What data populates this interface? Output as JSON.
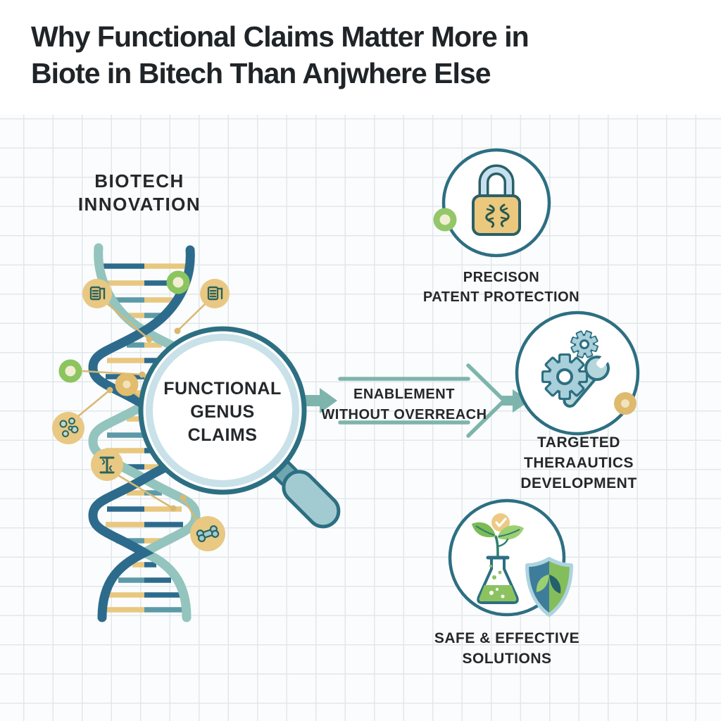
{
  "title": {
    "line1": "Why Functional Claims Matter More in",
    "line2": "Biote in Bitech Than Anjwhere Else"
  },
  "dna_label": {
    "line1": "BIOTECH",
    "line2": "INNOVATION"
  },
  "magnifier": {
    "line1": "FUNCTIONAL",
    "line2": "GENUS",
    "line3": "CLAIMS"
  },
  "flow": {
    "line1": "ENABLEMENT",
    "line2": "WITHOUT OVERREACH"
  },
  "outcomes": [
    {
      "id": "patent-protection",
      "icon": "padlock-icon",
      "line1": "PRECISON",
      "line2": "PATENT PROTECTION"
    },
    {
      "id": "therapeutics",
      "icon": "gears-wrench-icon",
      "line1": "TARGETED",
      "line2": "THERAAUTICS",
      "line3": "DEVELOPMENT"
    },
    {
      "id": "safe-solutions",
      "icon": "flask-plant-shield-icon",
      "line1": "SAFE & EFFECTIVE",
      "line2": "SOLUTIONS"
    }
  ],
  "icons": {
    "dna": "dna-helix-icon",
    "magnifier": "magnifying-glass-icon",
    "arrow": "flow-arrow-icon",
    "lock": "padlock-icon",
    "gears": "gears-wrench-icon",
    "flask": "flask-plant-shield-icon",
    "callouts": [
      "document-icon",
      "document-icon",
      "green-dot-icon",
      "gold-dot-icon",
      "molecule-icon",
      "column-icon",
      "bone-icon"
    ]
  },
  "colors": {
    "ink": "#1f2428",
    "teal_outline": "#2d6f82",
    "arrow_teal": "#7db5ac",
    "strand_dark": "#2d6b8c",
    "strand_light": "#93c4bd",
    "rung_teal": "#5d9aa8",
    "gold": "#e8c77f",
    "gold_line": "#d9b870",
    "green": "#8cc45f",
    "light_blue": "#a9d0da",
    "grid_line": "#e2e7ea",
    "paper": "#fbfcfd"
  }
}
